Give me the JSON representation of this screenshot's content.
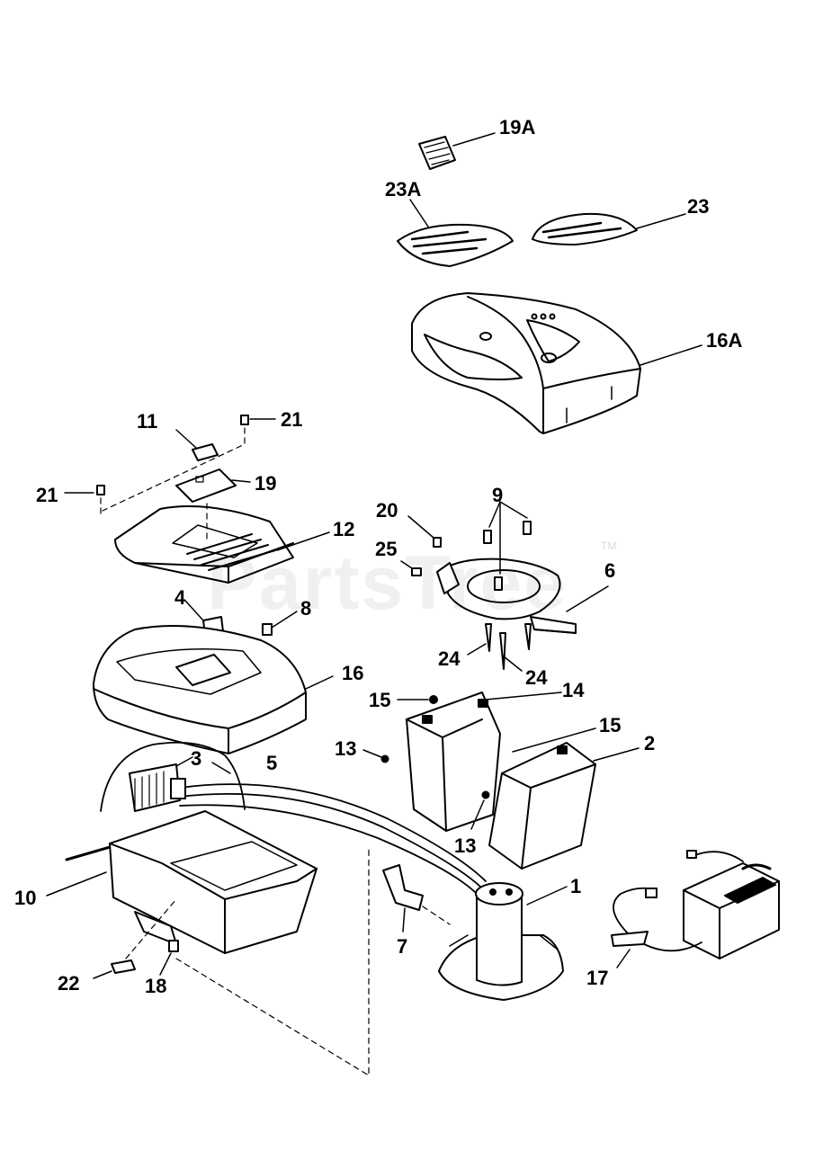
{
  "watermark": {
    "text": "PartsTree",
    "tm": "TM"
  },
  "labels": {
    "p19A": "19A",
    "p23A": "23A",
    "p23": "23",
    "p16A": "16A",
    "p11": "11",
    "p21a": "21",
    "p21b": "21",
    "p19": "19",
    "p12": "12",
    "p20": "20",
    "p9": "9",
    "p25": "25",
    "p6": "6",
    "p4": "4",
    "p8": "8",
    "p16": "16",
    "p24a": "24",
    "p24b": "24",
    "p15a": "15",
    "p14": "14",
    "p15b": "15",
    "p2": "2",
    "p13a": "13",
    "p13b": "13",
    "p3": "3",
    "p5": "5",
    "p10": "10",
    "p1": "1",
    "p7": "7",
    "p17": "17",
    "p22": "22",
    "p18": "18"
  }
}
